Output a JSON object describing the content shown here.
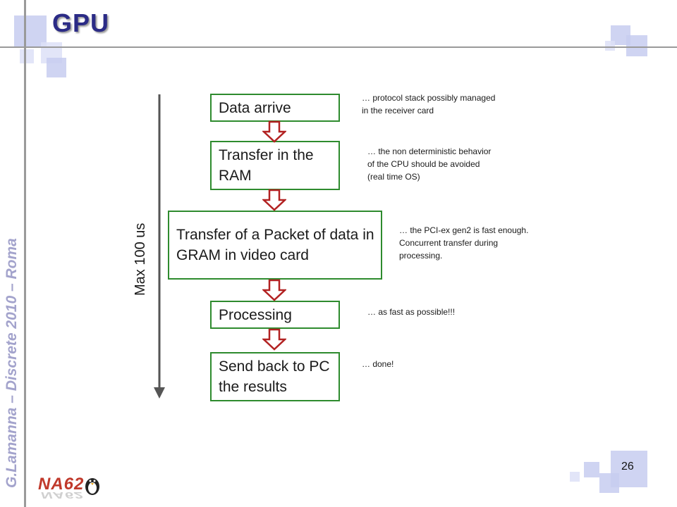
{
  "slide": {
    "title": "GPU",
    "author_footer": "G.Lamanna – Discrete 2010 – Roma",
    "page_number": "26",
    "logo_text": "NA62",
    "side_label": "Max 100 us"
  },
  "flow": {
    "steps": [
      {
        "label": "Data arrive",
        "note": "… protocol stack possibly managed in the receiver card"
      },
      {
        "label": "Transfer in the RAM",
        "note": "… the non deterministic behavior of the CPU should be avoided (real time OS)"
      },
      {
        "label": "Transfer of a Packet of data in GRAM in video card",
        "note": "… the PCI-ex gen2 is fast enough. Concurrent transfer during processing."
      },
      {
        "label": "Processing",
        "note": "… as fast as possible!!!"
      },
      {
        "label": "Send back to PC the results",
        "note": "… done!"
      }
    ]
  },
  "colors": {
    "box_border": "#2e8b2e",
    "arrow": "#b22222",
    "title": "#2b2b86",
    "decor_squares": "#c7cdf0"
  }
}
